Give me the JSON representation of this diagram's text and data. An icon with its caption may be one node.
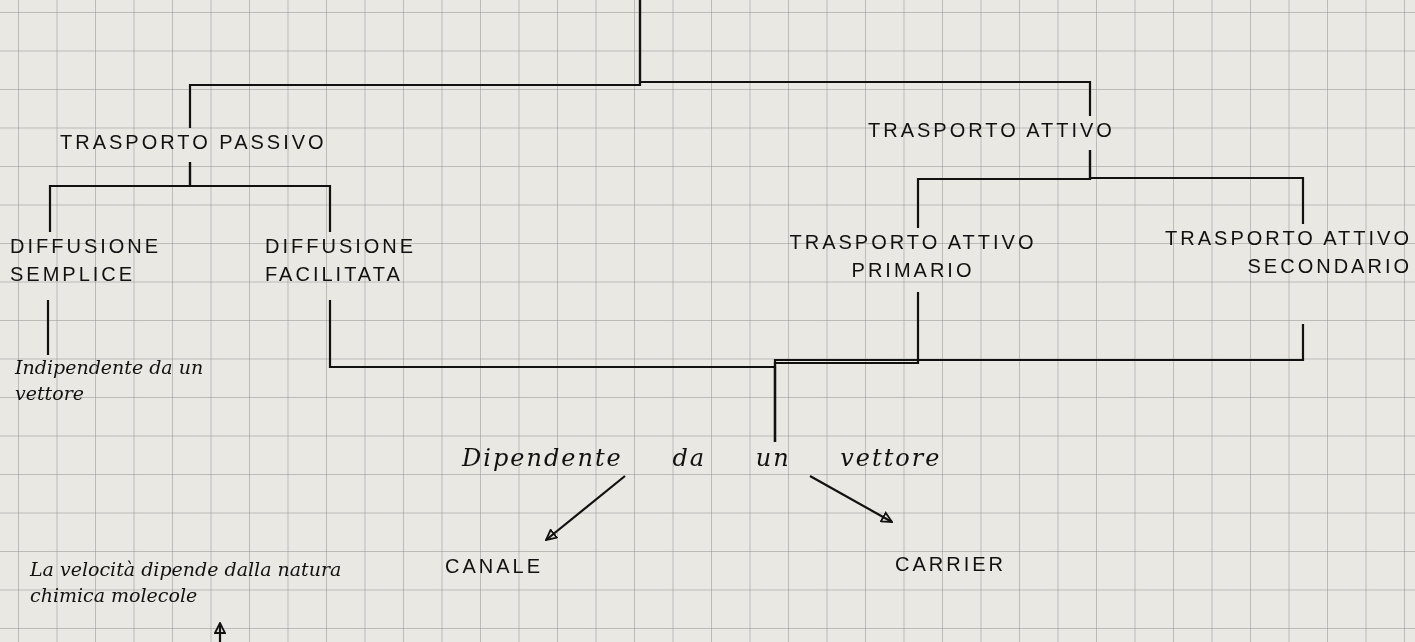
{
  "diagram": {
    "nodes": [
      {
        "text": [
          "TRASPORTO PASSIVO"
        ]
      },
      {
        "text": [
          "TRASPORTO ATTIVO"
        ]
      },
      {
        "text": [
          "DIFFUSIONE SEMPLICE"
        ]
      },
      {
        "text": [
          "DIFFUSIONE FACILITATA"
        ]
      },
      {
        "text": [
          "TRASPORTO ATTIVO PRIMARIO"
        ]
      },
      {
        "text": [
          "TRASPORTO ATTIVO SECONDARIO"
        ]
      },
      {
        "text": [
          "Indipendente da un vettore"
        ]
      },
      {
        "text": [
          "Dipendente da un vettore"
        ]
      },
      {
        "text": [
          "CANALE"
        ]
      },
      {
        "text": [
          "CARRIER"
        ]
      },
      {
        "text": [
          "La velocità dipende dalla natura chimica molecole"
        ]
      }
    ],
    "edges": [
      {
        "from": null,
        "to": 0,
        "arrow": "none"
      },
      {
        "from": null,
        "to": 1,
        "arrow": "none"
      },
      {
        "from": 0,
        "to": 2,
        "arrow": "none"
      },
      {
        "from": 0,
        "to": 3,
        "arrow": "none"
      },
      {
        "from": 1,
        "to": 4,
        "arrow": "none"
      },
      {
        "from": 1,
        "to": 5,
        "arrow": "none"
      },
      {
        "from": 2,
        "to": 6,
        "arrow": "none"
      },
      {
        "from": 3,
        "to": 7,
        "arrow": "none"
      },
      {
        "from": 4,
        "to": 7,
        "arrow": "none"
      },
      {
        "from": 5,
        "to": 7,
        "arrow": "none"
      },
      {
        "from": 7,
        "to": 8,
        "arrow": "to"
      },
      {
        "from": 7,
        "to": 9,
        "arrow": "to"
      },
      {
        "from": null,
        "to": 10,
        "arrow": "to"
      }
    ]
  }
}
